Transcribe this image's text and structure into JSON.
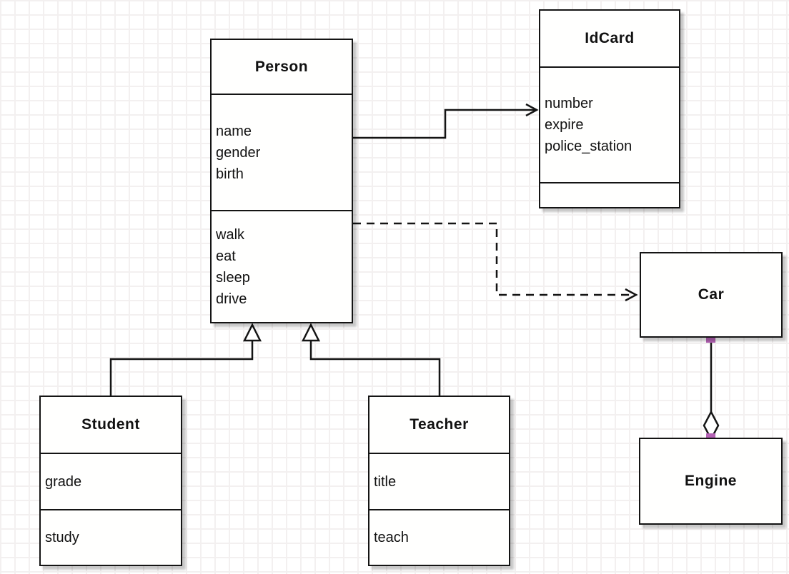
{
  "diagram": {
    "type": "uml-class-diagram",
    "classes": {
      "person": {
        "name": "Person",
        "attributes": [
          "name",
          "gender",
          "birth"
        ],
        "methods": [
          "walk",
          "eat",
          "sleep",
          "drive"
        ]
      },
      "idcard": {
        "name": "IdCard",
        "attributes": [
          "number",
          "expire",
          "police_station"
        ],
        "methods": []
      },
      "student": {
        "name": "Student",
        "attributes": [
          "grade"
        ],
        "methods": [
          "study"
        ]
      },
      "teacher": {
        "name": "Teacher",
        "attributes": [
          "title"
        ],
        "methods": [
          "teach"
        ]
      },
      "car": {
        "name": "Car"
      },
      "engine": {
        "name": "Engine"
      }
    },
    "relationships": [
      {
        "from": "Student",
        "to": "Person",
        "type": "generalization",
        "line": "solid",
        "arrowhead": "hollow-triangle"
      },
      {
        "from": "Teacher",
        "to": "Person",
        "type": "generalization",
        "line": "solid",
        "arrowhead": "hollow-triangle"
      },
      {
        "from": "Person",
        "to": "IdCard",
        "type": "association",
        "line": "solid",
        "arrowhead": "open"
      },
      {
        "from": "Person",
        "to": "Car",
        "type": "dependency",
        "line": "dashed",
        "arrowhead": "open"
      },
      {
        "from": "Car",
        "to": "Engine",
        "type": "aggregation",
        "line": "solid",
        "arrowhead": "hollow-diamond",
        "selected": true
      }
    ],
    "colors": {
      "line": "#141414",
      "box_fill": "#ffffff",
      "selection_handle": "#b563b5",
      "grid_line": "#f3f0f0",
      "background": "#ffffff"
    }
  }
}
